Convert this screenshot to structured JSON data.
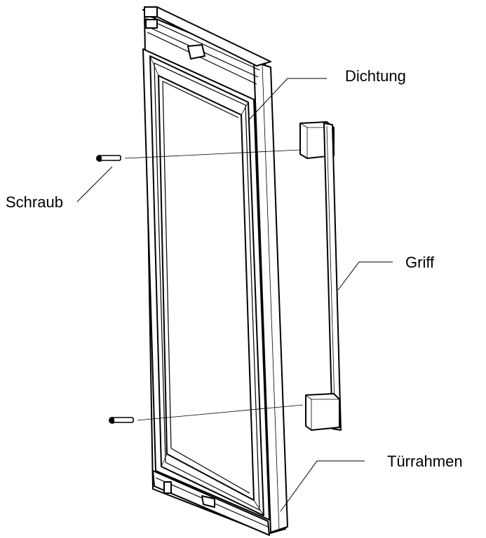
{
  "labels": {
    "gasket": "Dichtung",
    "screw": "Schraub",
    "handle": "Griff",
    "door_frame": "Türrahmen"
  },
  "icons": {
    "screw_top": "screw-icon",
    "screw_bottom": "screw-icon"
  },
  "colors": {
    "line": "#000000",
    "background": "#ffffff"
  }
}
